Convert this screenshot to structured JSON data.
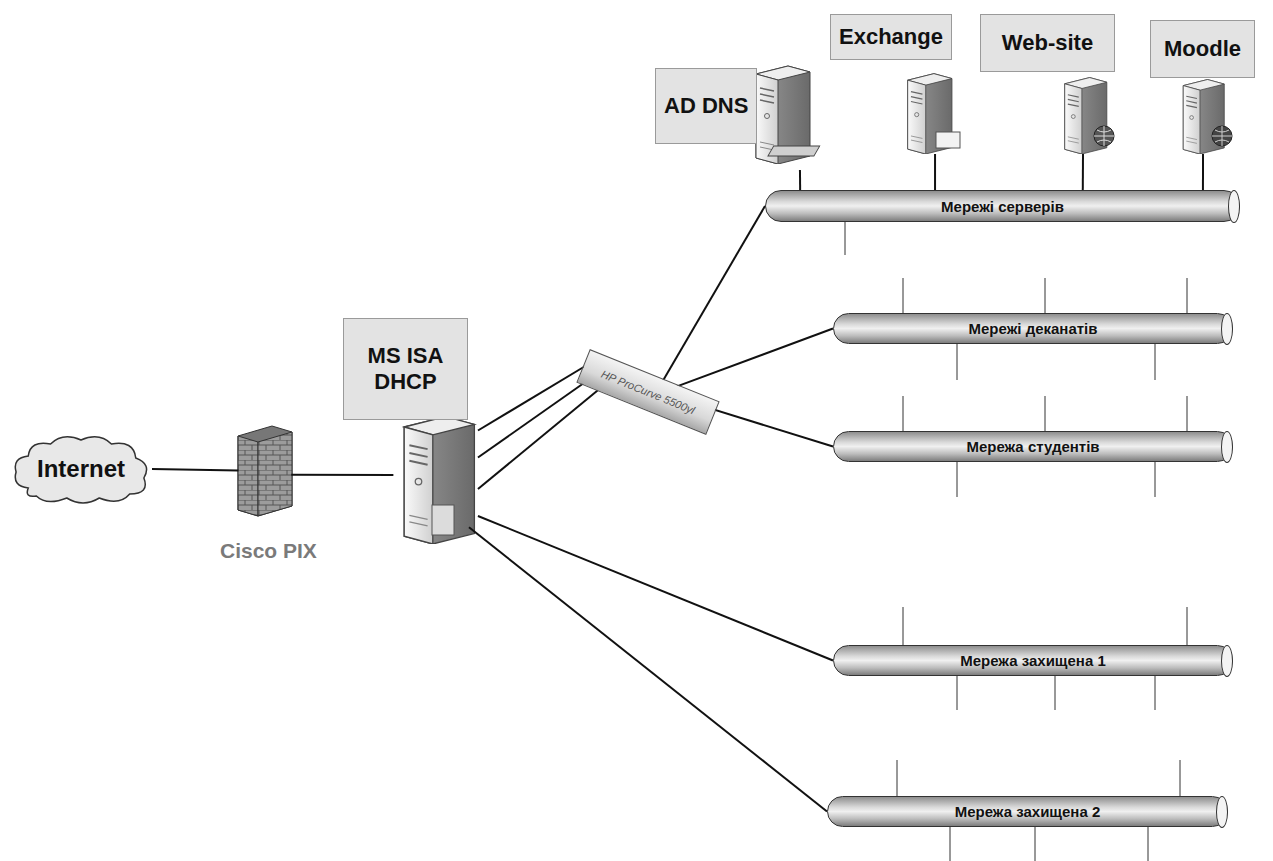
{
  "diagram": {
    "nodes": [
      {
        "text": [
          "AD DNS"
        ]
      },
      {
        "text": [
          "Exchange"
        ]
      },
      {
        "text": [
          "Web-site"
        ]
      },
      {
        "text": [
          "Moodle"
        ]
      },
      {
        "text": [
          "Мережі серверів"
        ]
      },
      {
        "text": [
          "Мережі деканатів"
        ]
      },
      {
        "text": [
          "MS ISA DHCP"
        ]
      },
      {
        "text": [
          "HP ProCurve 5500yl"
        ]
      },
      {
        "text": [
          "Internet"
        ]
      },
      {
        "text": [
          "Мережа студентів"
        ]
      },
      {
        "text": [
          "Cisco PIX"
        ]
      },
      {
        "text": [
          "Мережа захищена 1"
        ]
      },
      {
        "text": [
          "Мережа захищена 2"
        ]
      }
    ],
    "edges": [
      {
        "from": 8,
        "to": 10,
        "arrow": "none"
      },
      {
        "from": 10,
        "to": 6,
        "arrow": "none"
      },
      {
        "from": 6,
        "to": 7,
        "arrow": "none"
      },
      {
        "from": 6,
        "to": 7,
        "arrow": "none"
      },
      {
        "from": 6,
        "to": 7,
        "arrow": "none"
      },
      {
        "from": 7,
        "to": 4,
        "arrow": "none"
      },
      {
        "from": 7,
        "to": 5,
        "arrow": "none"
      },
      {
        "from": 7,
        "to": 9,
        "arrow": "none"
      },
      {
        "from": 6,
        "to": 11,
        "arrow": "none"
      },
      {
        "from": 6,
        "to": 12,
        "arrow": "none"
      },
      {
        "from": 0,
        "to": 4,
        "arrow": "none"
      },
      {
        "from": 1,
        "to": 4,
        "arrow": "none"
      },
      {
        "from": 2,
        "to": 4,
        "arrow": "none"
      },
      {
        "from": 3,
        "to": 4,
        "arrow": "none"
      }
    ]
  }
}
